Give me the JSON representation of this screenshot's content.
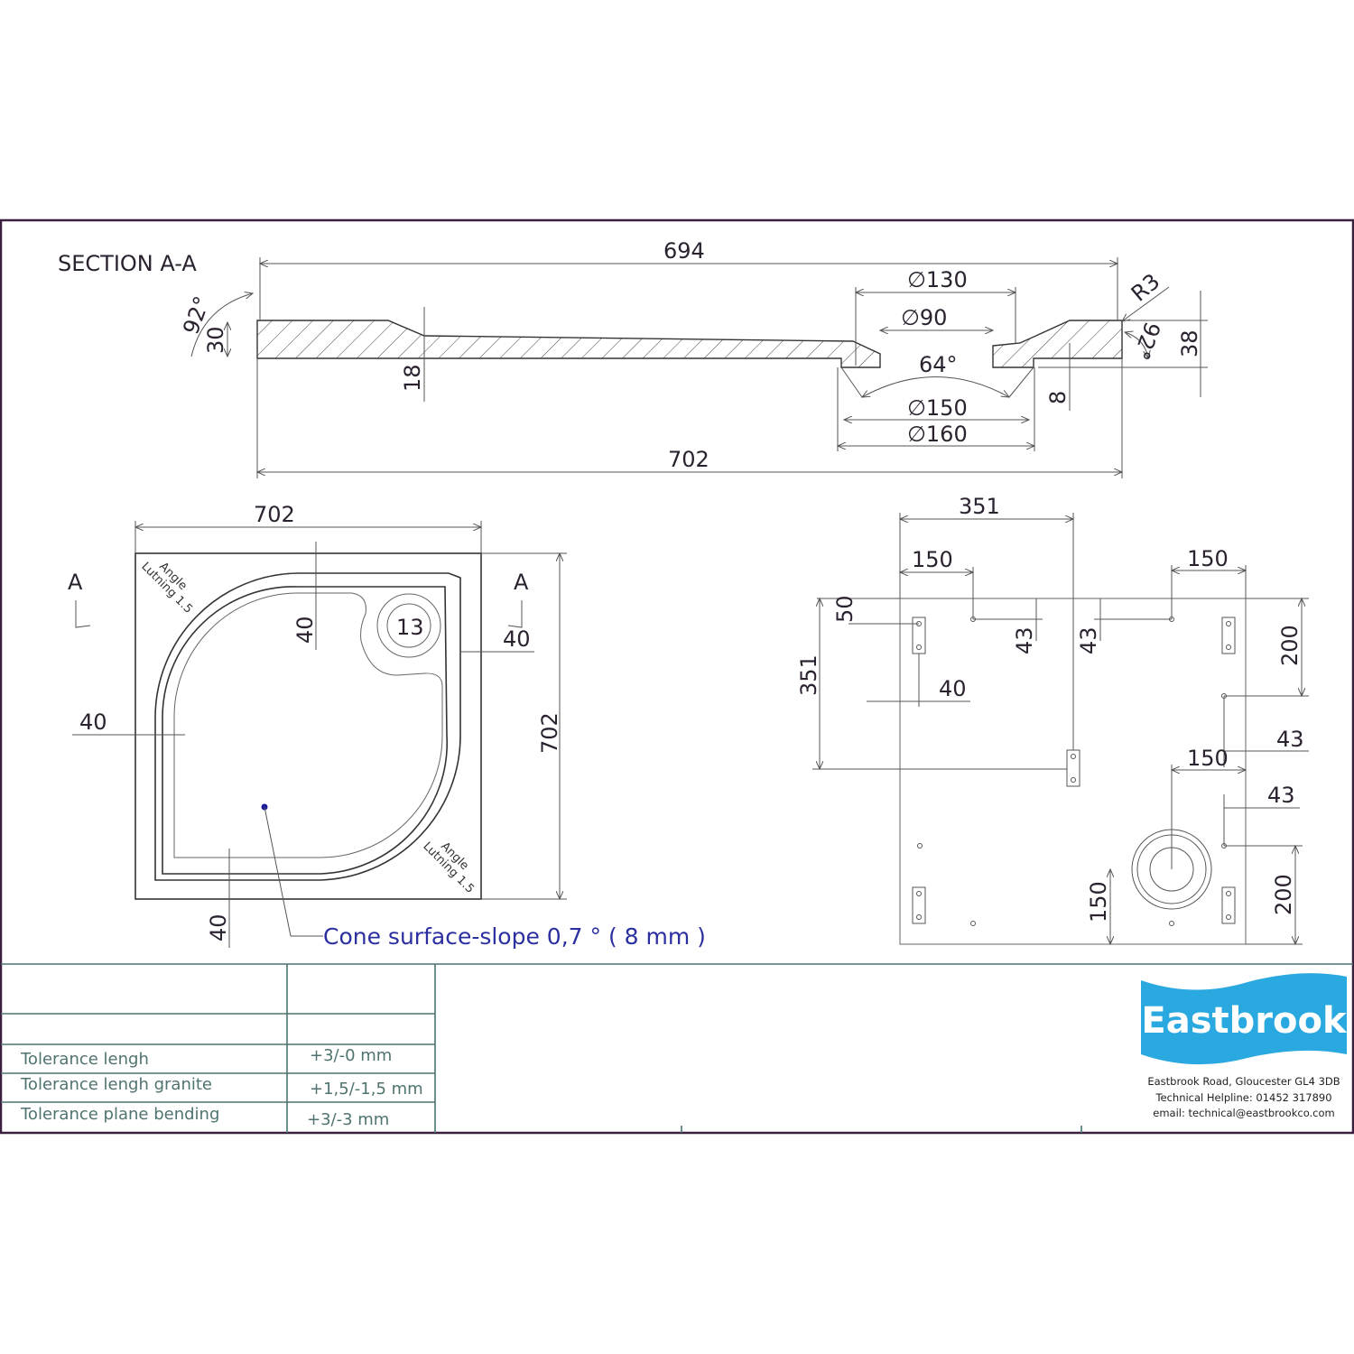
{
  "section": {
    "title": "SECTION A-A",
    "dims": {
      "overall_top": "694",
      "d130": "∅130",
      "d90": "∅90",
      "angle64": "64°",
      "d150": "∅150",
      "d160": "∅160",
      "overall_bottom": "702",
      "angle_left": "92°",
      "h30": "30",
      "h18": "18",
      "r3": "R3",
      "angle_right": "92°",
      "h38": "38",
      "h8": "8"
    }
  },
  "plan": {
    "width": "702",
    "height": "702",
    "rim_top": "40",
    "rim_left": "40",
    "rim_right": "40",
    "rim_bottom": "40",
    "section_marker_left": "A",
    "section_marker_right": "A",
    "waste_label": "13",
    "lutning_1": [
      "Angle",
      "Lutning 1.5"
    ],
    "lutning_2": [
      "Angle",
      "Lutning 1.5"
    ],
    "cone_note": "Cone surface-slope  0,7 ° ( 8 mm )",
    "cone_color": "#2b2fa0"
  },
  "underside": {
    "dims": {
      "h351_top": "351",
      "left150": "150",
      "right150": "150",
      "v50": "50",
      "v43a": "43",
      "v43b": "43",
      "v200_top": "200",
      "v351_left": "351",
      "h40": "40",
      "h43a": "43",
      "h150_mid": "150",
      "h43b": "43",
      "v150_bottom": "150",
      "v200_bottom": "200"
    }
  },
  "title_block": {
    "rows": [
      {
        "label": "",
        "value": ""
      },
      {
        "label": "",
        "value": ""
      },
      {
        "label": "Tolerance lengh",
        "value": "+3/-0 mm"
      },
      {
        "label": "Tolerance lengh granite",
        "value": "+1,5/-1,5 mm"
      },
      {
        "label": "Tolerance plane bending",
        "value": "+3/-3 mm"
      }
    ]
  },
  "brand": {
    "logo_text": "Eastbrook",
    "logo_color": "#2aa8e0",
    "address": "Eastbrook Road, Gloucester GL4 3DB",
    "helpline": "Technical Helpline: 01452 317890",
    "email": "email: technical@eastbrookco.com"
  },
  "frame_color": "#3b1f3e"
}
